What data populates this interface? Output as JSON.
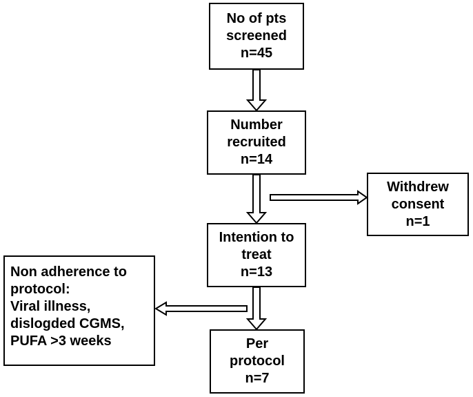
{
  "boxes": {
    "screened": [
      "No of pts",
      "screened",
      "n=45"
    ],
    "recruited": [
      "Number",
      "recruited",
      "n=14"
    ],
    "withdrew": [
      "Withdrew",
      "consent",
      "n=1"
    ],
    "itt": [
      "Intention to",
      "treat",
      "n=13"
    ],
    "nonadherence": [
      "Non adherence to",
      "protocol:",
      "Viral illness,",
      "dislogded CGMS,",
      "PUFA >3 weeks"
    ],
    "perprotocol": [
      "Per",
      "protocol",
      "n=7"
    ]
  }
}
